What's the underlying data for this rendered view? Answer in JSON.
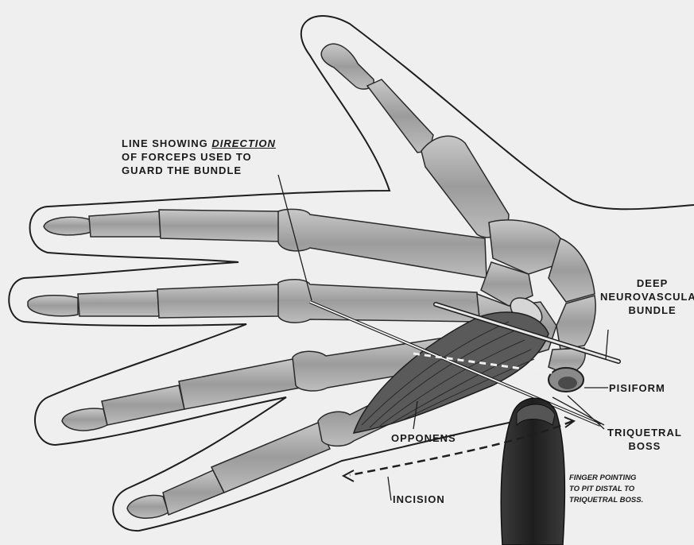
{
  "labels": {
    "forceps_line1_a": "LINE SHOWING ",
    "forceps_line1_b": "DIRECTION",
    "forceps_line2": "OF FORCEPS USED TO",
    "forceps_line3": "GUARD THE BUNDLE",
    "bundle_line1": "DEEP",
    "bundle_line2": "NEUROVASCULAR",
    "bundle_line3": "BUNDLE",
    "pisiform": "PISIFORM",
    "triquetral_line1": "TRIQUETRAL",
    "triquetral_line2": "BOSS",
    "opponens": "OPPONENS",
    "incision": "INCISION",
    "finger_note_line1": "FINGER POINTING",
    "finger_note_line2": "TO PIT DISTAL TO",
    "finger_note_line3": "TRIQUETRAL BOSS."
  },
  "colors": {
    "background": "#efefef",
    "bone": "#a9a9a9",
    "bone_outline": "#2a2a2a",
    "muscle": "#4a4a4a",
    "finger": "#2b2b2b",
    "ink": "#1a1a1a"
  }
}
